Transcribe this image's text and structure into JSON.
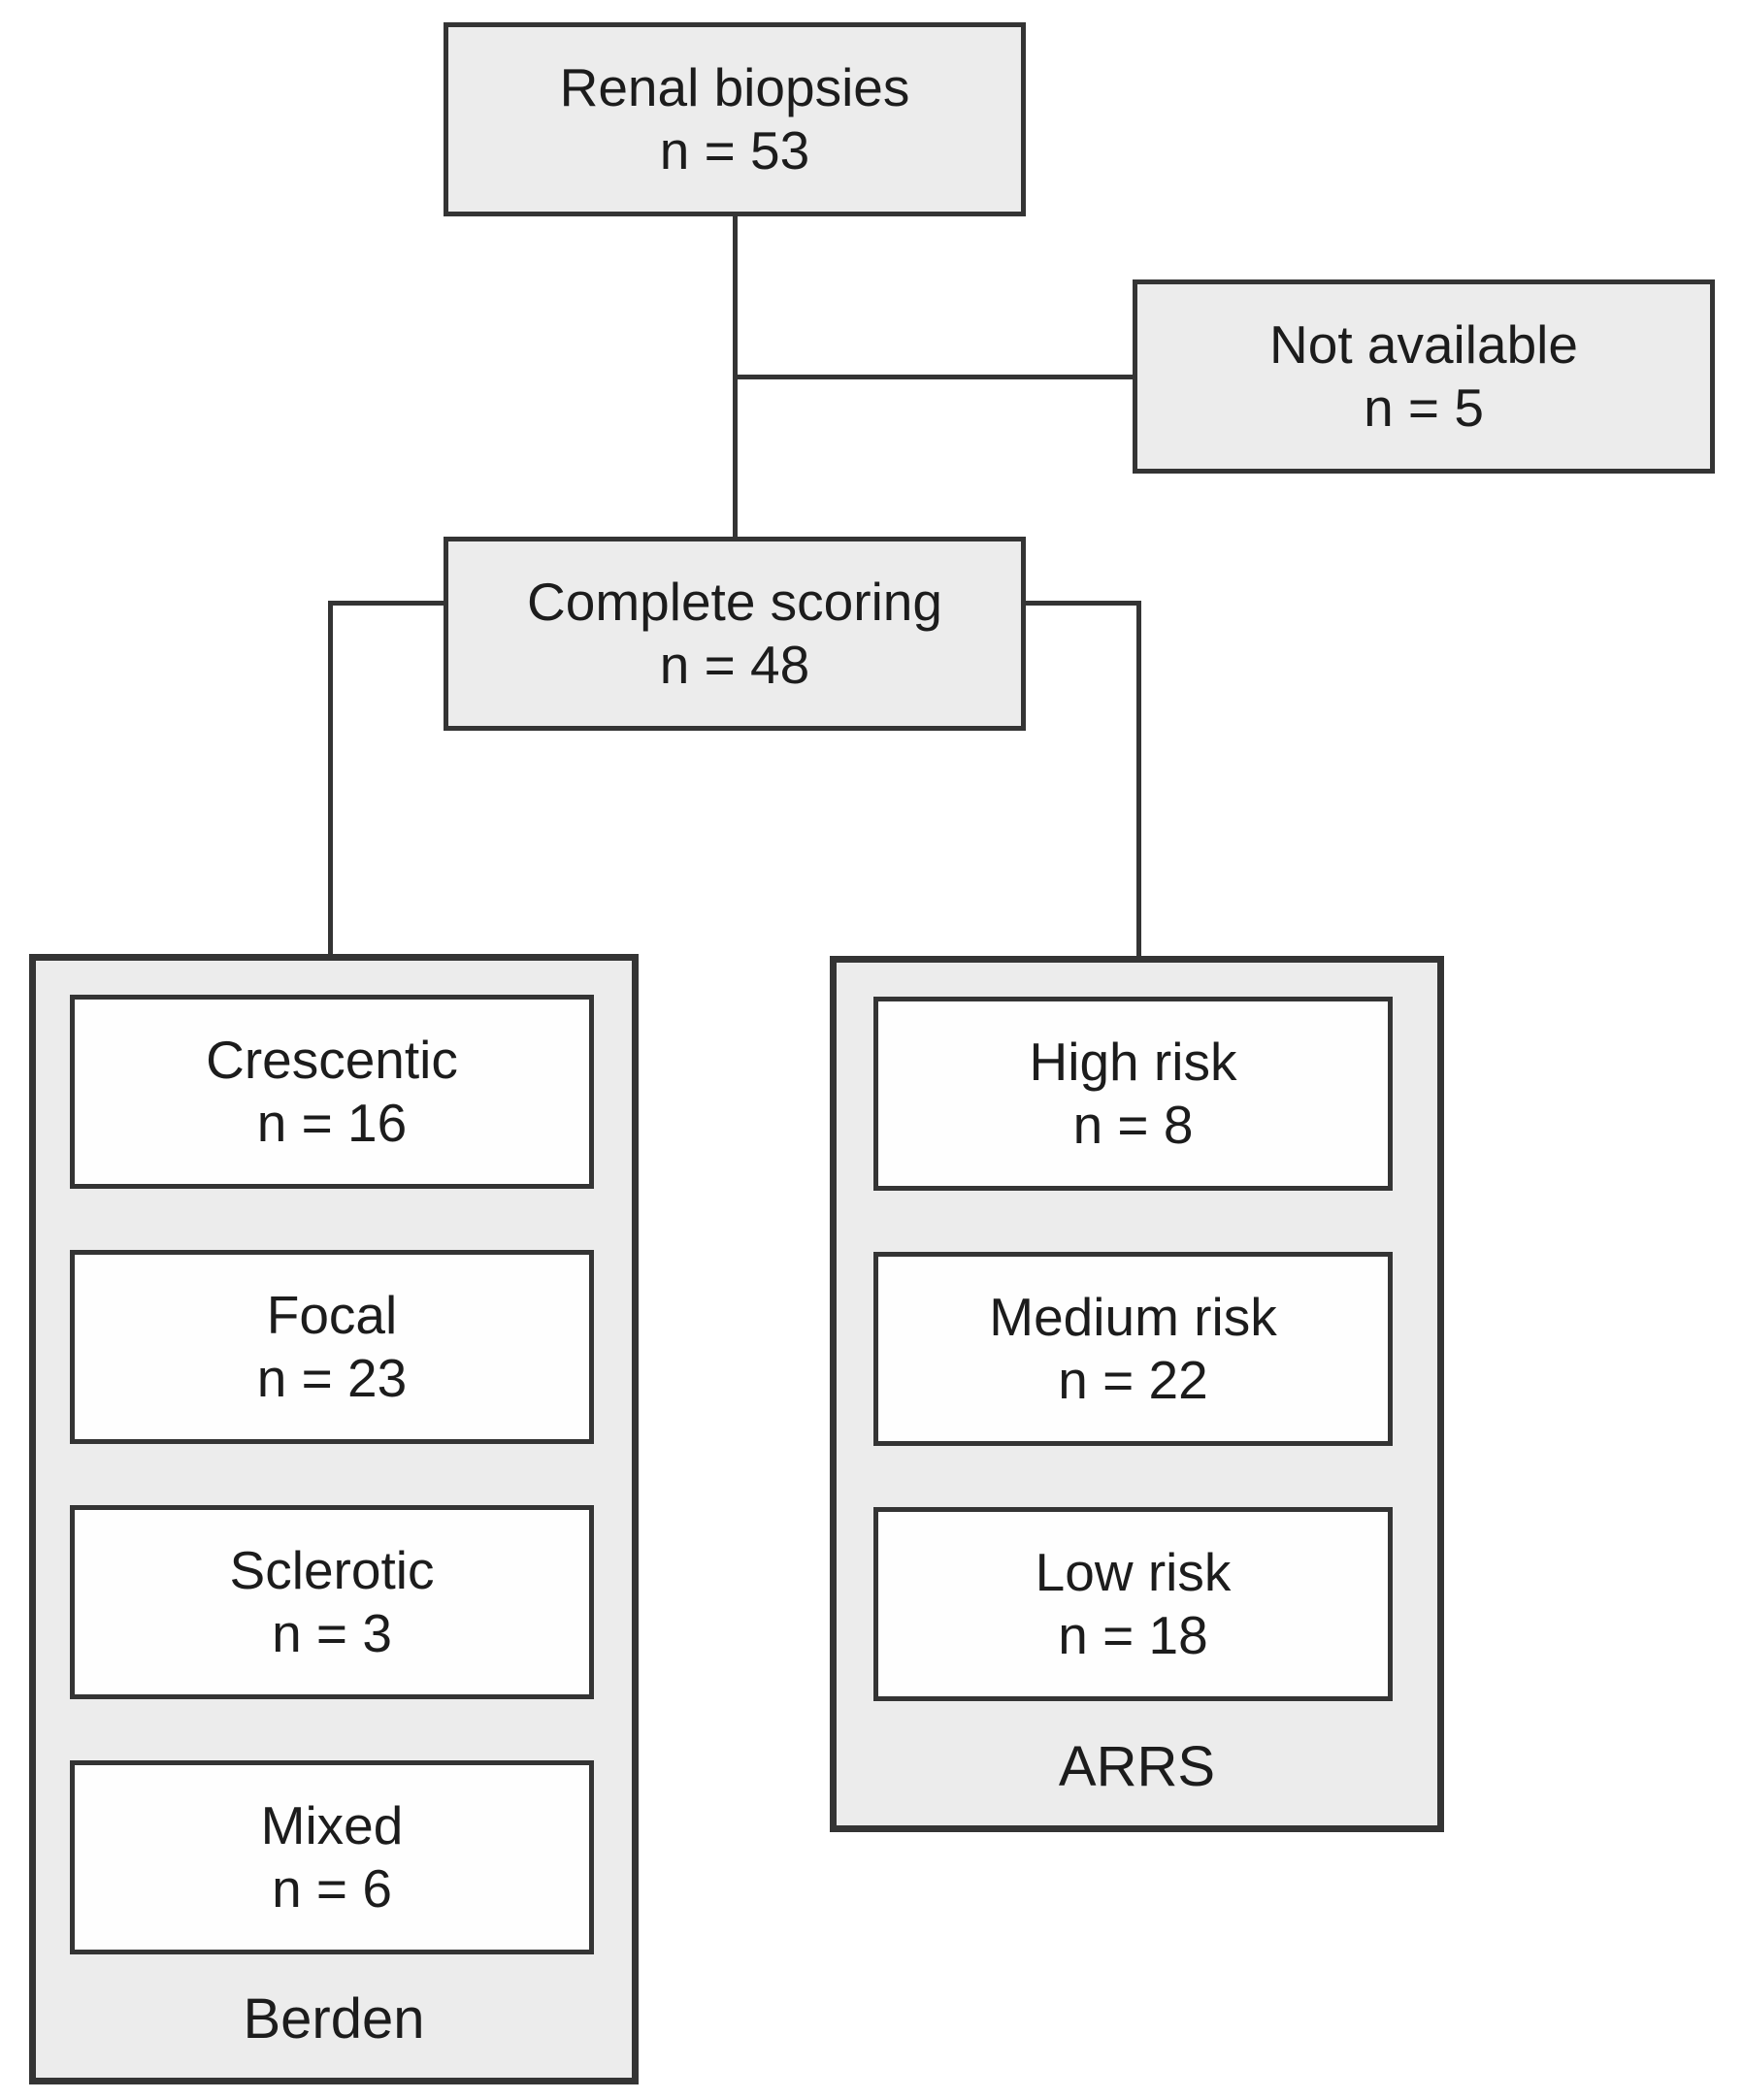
{
  "flowchart": {
    "nodes": {
      "renal_biopsies": {
        "label": "Renal biopsies",
        "count": "n = 53"
      },
      "not_available": {
        "label": "Not available",
        "count": "n = 5"
      },
      "complete_scoring": {
        "label": "Complete scoring",
        "count": "n = 48"
      }
    },
    "berden_group": {
      "label": "Berden",
      "items": [
        {
          "label": "Crescentic",
          "count": "n = 16"
        },
        {
          "label": "Focal",
          "count": "n = 23"
        },
        {
          "label": "Sclerotic",
          "count": "n = 3"
        },
        {
          "label": "Mixed",
          "count": "n = 6"
        }
      ]
    },
    "arrs_group": {
      "label": "ARRS",
      "items": [
        {
          "label": "High risk",
          "count": "n = 8"
        },
        {
          "label": "Medium risk",
          "count": "n = 22"
        },
        {
          "label": "Low risk",
          "count": "n = 18"
        }
      ]
    },
    "colors": {
      "box_fill": "#ececec",
      "inner_box_fill": "#fefefe",
      "border": "#343434",
      "text": "#1c1c1c",
      "background": "#ffffff"
    }
  }
}
